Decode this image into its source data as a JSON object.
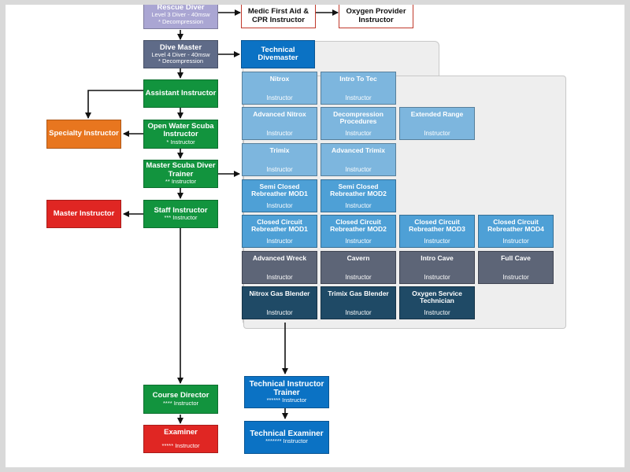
{
  "colors": {
    "grey_purple": "#aaa6d3",
    "slate": "#5f6b88",
    "green": "#12943e",
    "orange": "#e8761f",
    "red": "#e02623",
    "blue_dark": "#0b72c4",
    "blue_light": "#7db6de",
    "blue_steel": "#4ea0d6",
    "grey_dark": "#5d6577",
    "navy": "#1f4a66"
  },
  "left_column": {
    "rescue_diver": {
      "title": "Rescue Diver",
      "sub1": "Level 3 Diver - 40msw",
      "sub2": "* Decompression"
    },
    "dive_master": {
      "title": "Dive Master",
      "sub1": "Level 4 Diver - 40msw",
      "sub2": "* Decompression"
    },
    "assistant_instructor": {
      "title": "Assistant Instructor"
    },
    "open_water": {
      "title": "Open Water Scuba Instructor",
      "sub": "* Instructor"
    },
    "master_scuba": {
      "title": "Master Scuba Diver Trainer",
      "sub": "** Instructor"
    },
    "staff": {
      "title": "Staff Instructor",
      "sub": "*** Instructor"
    },
    "course_director": {
      "title": "Course Director",
      "sub": "**** Instructor"
    },
    "examiner": {
      "title": "Examiner",
      "sub": "***** Instructor"
    }
  },
  "side_boxes": {
    "specialty": {
      "title": "Specialty Instructor"
    },
    "master": {
      "title": "Master Instructor"
    },
    "medic": {
      "title": "Medic First Aid & CPR Instructor"
    },
    "oxygen": {
      "title": "Oxygen Provider Instructor"
    }
  },
  "technical": {
    "divemaster": {
      "title": "Technical Divemaster"
    },
    "grid": [
      [
        {
          "title": "Nitrox",
          "sub": "Instructor"
        },
        {
          "title": "Intro To Tec",
          "sub": "Instructor"
        }
      ],
      [
        {
          "title": "Advanced Nitrox",
          "sub": "Instructor"
        },
        {
          "title": "Decompression Procedures",
          "sub": "Instructor"
        },
        {
          "title": "Extended Range",
          "sub": "Instructor"
        }
      ],
      [
        {
          "title": "Trimix",
          "sub": "Instructor"
        },
        {
          "title": "Advanced Trimix",
          "sub": "Instructor"
        }
      ],
      [
        {
          "title": "Semi Closed Rebreather MOD1",
          "sub": "Instructor"
        },
        {
          "title": "Semi Closed Rebreather MOD2",
          "sub": "Instructor"
        }
      ],
      [
        {
          "title": "Closed Circuit Rebreather MOD1",
          "sub": "Instructor"
        },
        {
          "title": "Closed Circuit Rebreather MOD2",
          "sub": "Instructor"
        },
        {
          "title": "Closed Circuit Rebreather MOD3",
          "sub": "Instructor"
        },
        {
          "title": "Closed Circuit Rebreather MOD4",
          "sub": "Instructor"
        }
      ],
      [
        {
          "title": "Advanced Wreck",
          "sub": "Instructor"
        },
        {
          "title": "Cavern",
          "sub": "Instructor"
        },
        {
          "title": "Intro Cave",
          "sub": "Instructor"
        },
        {
          "title": "Full Cave",
          "sub": "Instructor"
        }
      ],
      [
        {
          "title": "Nitrox Gas Blender",
          "sub": "Instructor"
        },
        {
          "title": "Trimix Gas Blender",
          "sub": "Instructor"
        },
        {
          "title": "Oxygen Service Technician",
          "sub": "Instructor"
        }
      ]
    ],
    "instructor_trainer": {
      "title": "Technical Instructor Trainer",
      "sub": "****** Instructor"
    },
    "examiner": {
      "title": "Technical Examiner",
      "sub": "******* Instructor"
    }
  }
}
